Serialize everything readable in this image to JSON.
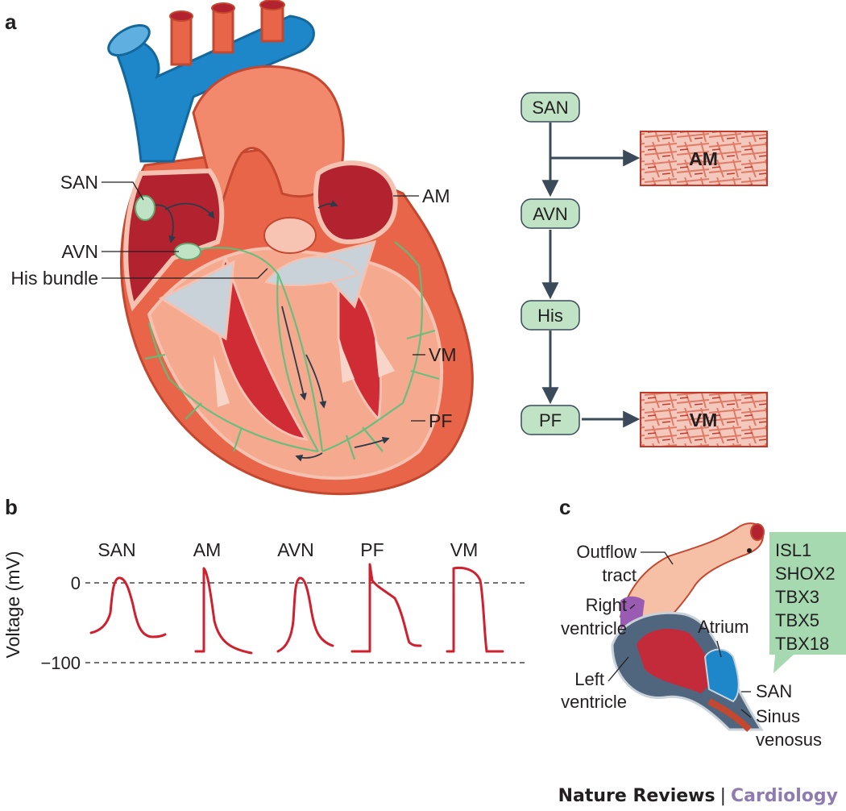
{
  "panels": {
    "a": "a",
    "b": "b",
    "c": "c"
  },
  "heart_labels": {
    "san": "SAN",
    "avn": "AVN",
    "his_bundle": "His bundle",
    "am": "AM",
    "vm": "VM",
    "pf": "PF"
  },
  "flowchart": {
    "nodes": [
      "SAN",
      "AVN",
      "His",
      "PF"
    ],
    "tissues": [
      "AM",
      "VM"
    ]
  },
  "action_potentials": {
    "ylabel": "Voltage (mV)",
    "ticks": [
      "0",
      "−100"
    ],
    "traces": [
      "SAN",
      "AM",
      "AVN",
      "PF",
      "VM"
    ]
  },
  "embryo": {
    "outflow_tract": [
      "Outflow",
      "tract"
    ],
    "right_ventricle": [
      "Right",
      "ventricle"
    ],
    "left_ventricle": [
      "Left",
      "ventricle"
    ],
    "atrium": "Atrium",
    "san": "SAN",
    "sinus_venosus": [
      "Sinus",
      "venosus"
    ],
    "genes": [
      "ISL1",
      "SHOX2",
      "TBX3",
      "TBX5",
      "TBX18"
    ]
  },
  "footer": {
    "journal": "Nature Reviews",
    "separator": "|",
    "section": "Cardiology"
  },
  "colors": {
    "heart": "#e8654a",
    "aorta": "#f2896d",
    "vein": "#1e87c9",
    "chamber": "#b3232f",
    "node": "#bfe3c4",
    "node_border": "#63a86e",
    "trace": "#d0202e",
    "arrow": "#3a4a5a",
    "gene_box": "#a6d9b0",
    "accent": "#8e7cb0"
  }
}
